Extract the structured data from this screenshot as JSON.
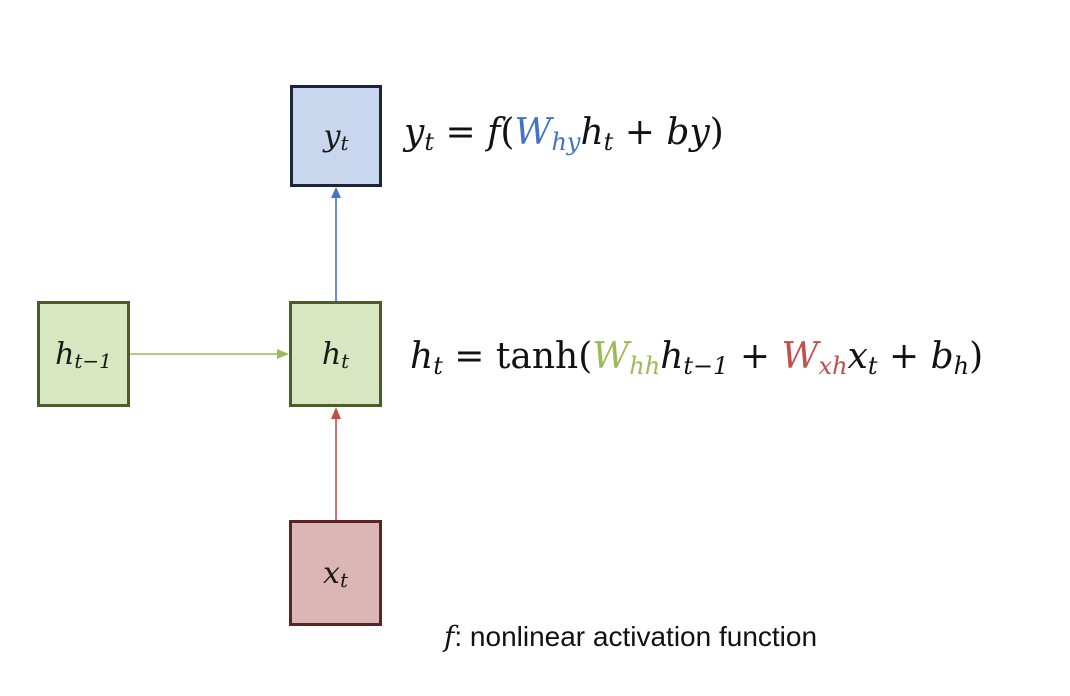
{
  "nodes": {
    "y_t": {
      "base": "y",
      "sub": "t"
    },
    "h_t": {
      "base": "h",
      "sub": "t"
    },
    "h_prev": {
      "base": "h",
      "sub": "t−1"
    },
    "x_t": {
      "base": "x",
      "sub": "t"
    }
  },
  "equations": {
    "output": {
      "lhs": "y",
      "lhs_sub": "t",
      "equals": "=",
      "func": "f",
      "open": "(",
      "w": "W",
      "w_sub": "hy",
      "h": "h",
      "h_sub": "t",
      "plus": "+",
      "bias": "by",
      "close": ")"
    },
    "hidden": {
      "lhs": "h",
      "lhs_sub": "t",
      "equals": "=",
      "func": "tanh",
      "open": "(",
      "w1": "W",
      "w1_sub": "hh",
      "h": "h",
      "h_sub": "t−1",
      "plus1": "+",
      "w2": "W",
      "w2_sub": "xh",
      "x": "x",
      "x_sub": "t",
      "plus2": "+",
      "b": "b",
      "b_sub": "h",
      "close": ")"
    }
  },
  "note": {
    "symbol": "f",
    "text": ": nonlinear activation function"
  },
  "colors": {
    "output_arrow": "#4472c4",
    "recurrent_arrow": "#9bbb59",
    "input_arrow": "#c0504d"
  }
}
